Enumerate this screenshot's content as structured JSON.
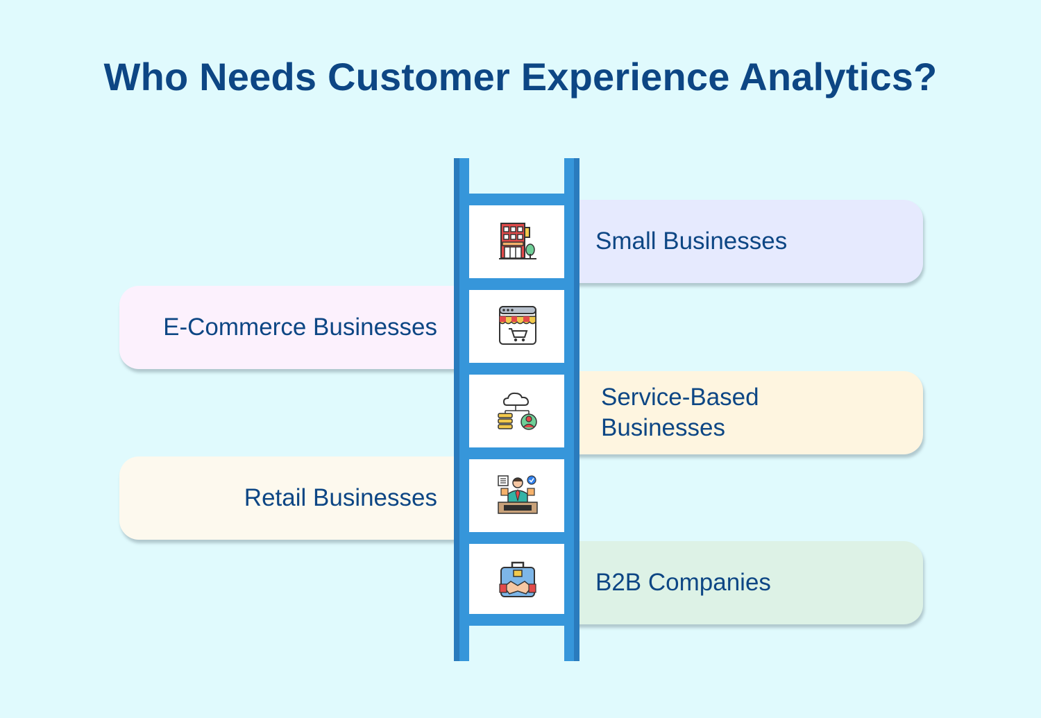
{
  "title": "Who Needs Customer Experience Analytics?",
  "colors": {
    "title": "#0d4684",
    "background": "#e0fafd",
    "ladder": "#3696da",
    "ladder_shade": "#2a7bbd",
    "card_small": "#e6eafe",
    "card_ecommerce": "#fcf1fd",
    "card_service": "#fef5e0",
    "card_retail": "#fdf9ee",
    "card_b2b": "#ddf2e6"
  },
  "items": [
    {
      "label": "Small Businesses",
      "icon": "storefront-building-icon"
    },
    {
      "label": "E-Commerce Businesses",
      "icon": "online-shop-cart-icon"
    },
    {
      "label": "Service-Based Businesses",
      "icon": "cloud-service-user-icon"
    },
    {
      "label": "Retail Businesses",
      "icon": "retail-person-counter-icon"
    },
    {
      "label": "B2B Companies",
      "icon": "briefcase-handshake-icon"
    }
  ]
}
